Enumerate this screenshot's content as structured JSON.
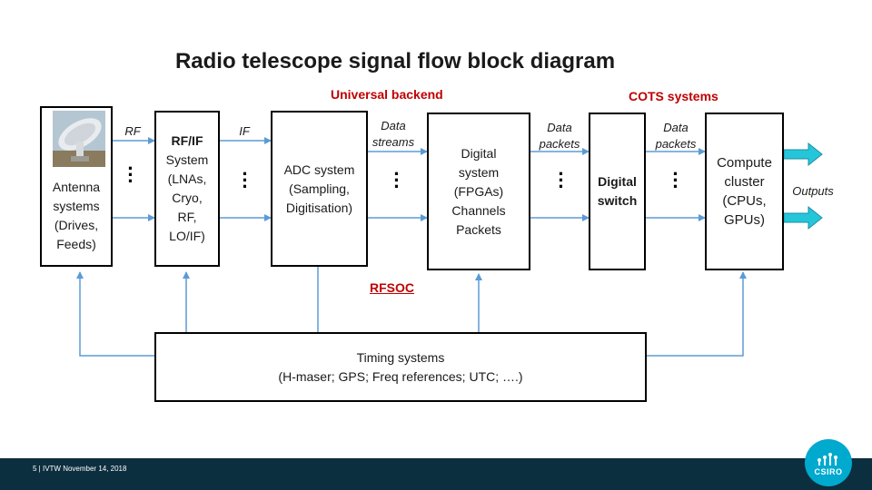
{
  "title": "Radio telescope signal flow block diagram",
  "sections": {
    "universal_backend": "Universal backend",
    "cots_systems": "COTS systems"
  },
  "blocks": {
    "antenna": "Antenna\nsystems\n(Drives,\nFeeds)",
    "rfif": "System\n(LNAs,\nCryo,\nRF,\nLO/IF)",
    "rfif_title": "RF/IF",
    "adc": "ADC system\n(Sampling,\nDigitisation)",
    "digital_system": "Digital\nsystem\n(FPGAs)\nChannels\nPackets",
    "digital_switch": "Digital\nswitch",
    "compute_cluster": "Compute\ncluster\n(CPUs,\nGPUs)",
    "timing": "Timing systems\n(H-maser; GPS; Freq references; UTC; ….)"
  },
  "signal_labels": {
    "rf": "RF",
    "if": "IF",
    "data_streams": "Data\nstreams",
    "data_packets_1": "Data\npackets",
    "data_packets_2": "Data\npackets",
    "outputs": "Outputs"
  },
  "link_label": "RFSOC",
  "footer": {
    "text": "5  |  IVTW  November 14, 2018"
  },
  "logo": {
    "text": "CSIRO"
  },
  "colors": {
    "accent": "#c00000",
    "footer_bg": "#0c2f3f",
    "arrow": "#5b9bd5",
    "output_arrow": "#26c6da",
    "logo": "#00a9ce"
  }
}
